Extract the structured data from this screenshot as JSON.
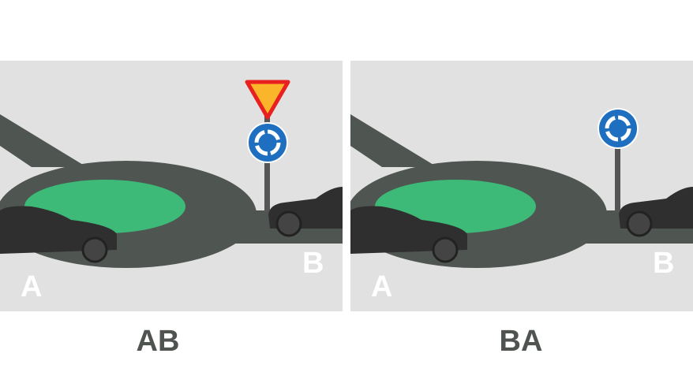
{
  "panels": [
    {
      "caption": "AB",
      "point_a": "A",
      "point_b": "B",
      "signs": [
        "yield-sign",
        "roundabout-sign"
      ]
    },
    {
      "caption": "BA",
      "point_a": "A",
      "point_b": "B",
      "signs": [
        "roundabout-sign"
      ]
    }
  ],
  "colors": {
    "road": "#4f5551",
    "grass": "#3dba77",
    "background": "#e1e1e1",
    "car": "#2f2f2f",
    "sign_blue": "#1f6fc1",
    "yield_fill": "#fbb52b",
    "yield_border": "#e8201f"
  }
}
